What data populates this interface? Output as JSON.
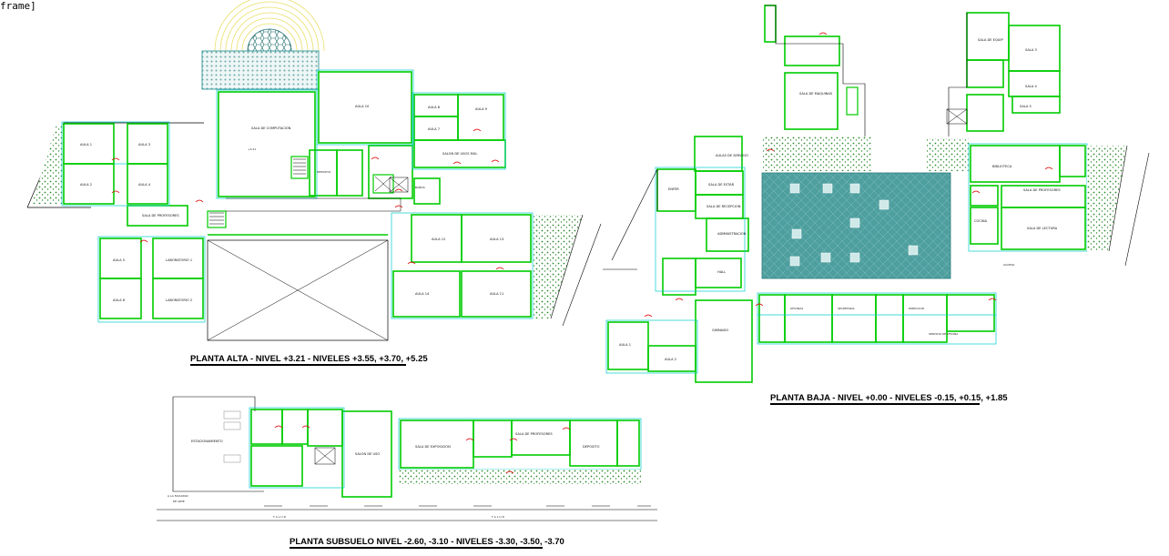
{
  "window": {
    "frame_label": "frame]"
  },
  "titles": {
    "alta": "PLANTA ALTA - NIVEL +3.21 - NIVELES +3.55, +3.70, +5.25",
    "baja": "PLANTA BAJA - NIVEL +0.00 - NIVELES -0.15, +0.15, +1.85",
    "subsuelo": "PLANTA SUBSUELO NIVEL -2.60, -3.10 - NIVELES -3.30, -3.50, -3.70"
  },
  "labels": {
    "talud": "T A L U D",
    "acceso": "ACCESO"
  },
  "colors": {
    "wall": "#00cc00",
    "glass": "#00cccc",
    "door": "#dd0000",
    "text": "#000000",
    "vegetation": "#2e8b2e",
    "courtyard": "#4a9a9a"
  }
}
